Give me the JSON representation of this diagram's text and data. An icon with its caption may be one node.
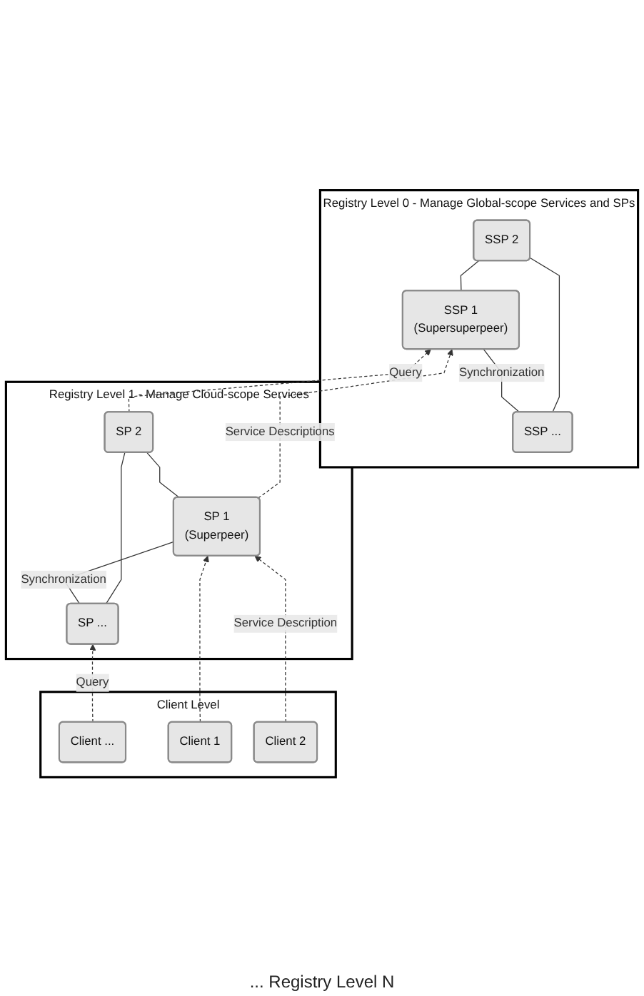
{
  "diagram": {
    "nodes": [
      {
        "text": [
          "Registry Level 0 - Manage Global-scope Services and SPs"
        ]
      },
      {
        "text": [
          "SSP 2"
        ],
        "in": 0
      },
      {
        "text": [
          "SSP 1",
          "(Supersuperpeer)"
        ],
        "in": 0
      },
      {
        "text": [
          "SSP ..."
        ],
        "in": 0
      },
      {
        "text": [
          "Registry Level 1 - Manage Cloud-scope Services"
        ]
      },
      {
        "text": [
          "SP 2"
        ],
        "in": 4
      },
      {
        "text": [
          "SP 1",
          "(Superpeer)"
        ],
        "in": 4
      },
      {
        "text": [
          "SP ..."
        ],
        "in": 4
      },
      {
        "text": [
          "Client Level"
        ]
      },
      {
        "text": [
          "Client ..."
        ],
        "in": 8
      },
      {
        "text": [
          "Client 1"
        ],
        "in": 8
      },
      {
        "text": [
          "Client 2"
        ],
        "in": 8
      }
    ],
    "edges": [
      {
        "from": 1,
        "to": 2,
        "arrow": "none"
      },
      {
        "from": 1,
        "to": 3,
        "arrow": "none"
      },
      {
        "from": 2,
        "to": 3,
        "arrow": "none",
        "label": "Synchronization"
      },
      {
        "from": 6,
        "to": 2,
        "arrow": "to",
        "style": "dashed",
        "label": "Service Descriptions"
      },
      {
        "from": 5,
        "to": 2,
        "arrow": "to",
        "style": "dashed",
        "label": "Query"
      },
      {
        "from": 5,
        "to": 6,
        "arrow": "none"
      },
      {
        "from": 5,
        "to": 7,
        "arrow": "none"
      },
      {
        "from": 6,
        "to": 7,
        "arrow": "none",
        "label": "Synchronization"
      },
      {
        "from": 10,
        "to": 6,
        "arrow": "to",
        "style": "dashed"
      },
      {
        "from": 11,
        "to": 6,
        "arrow": "to",
        "style": "dashed",
        "label": "Service Description"
      },
      {
        "from": 9,
        "to": 7,
        "arrow": "to",
        "style": "dashed",
        "label": "Query"
      }
    ],
    "labels": [
      "... Registry Level N"
    ]
  }
}
